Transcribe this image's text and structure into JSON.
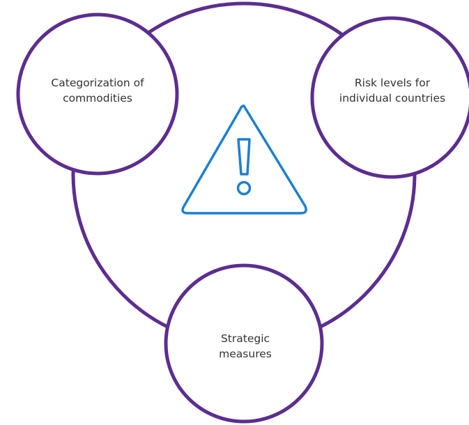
{
  "diagram": {
    "nodes": [
      {
        "id": "left",
        "text": "Categorization of\ncommodities"
      },
      {
        "id": "right",
        "text": "Risk levels for\nindividual countries"
      },
      {
        "id": "bottom",
        "text": "Strategic\nmeasures"
      }
    ],
    "center_icon": "warning-triangle-icon",
    "colors": {
      "ring": "#5c2d91",
      "icon": "#1a7fd4",
      "text": "#333333",
      "background": "#ffffff"
    }
  }
}
